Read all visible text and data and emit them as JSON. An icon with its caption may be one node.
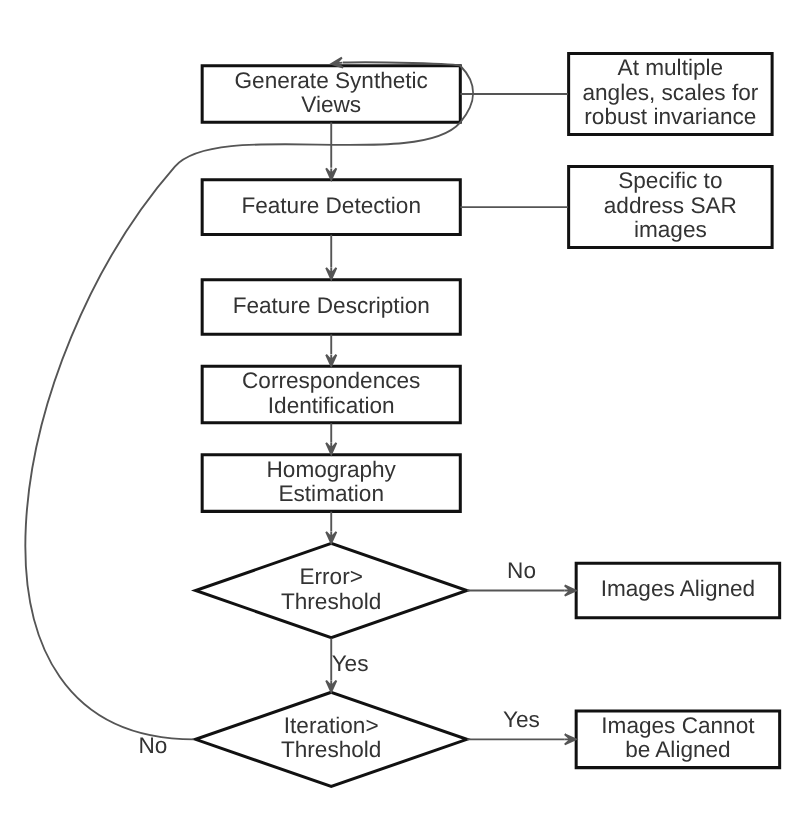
{
  "diagram": {
    "nodes": [
      {
        "text": [
          "Generate Synthetic Views"
        ]
      },
      {
        "text": [
          "At multiple angles, scales for robust invariance"
        ]
      },
      {
        "text": [
          "Feature Detection"
        ]
      },
      {
        "text": [
          "Specific to address SAR images"
        ]
      },
      {
        "text": [
          "Feature Description"
        ]
      },
      {
        "text": [
          "Correspondences Identification"
        ]
      },
      {
        "text": [
          "Homography Estimation"
        ]
      },
      {
        "text": [
          "Error> Threshold"
        ]
      },
      {
        "text": [
          "Images Aligned"
        ]
      },
      {
        "text": [
          "Iteration> Threshold"
        ]
      },
      {
        "text": [
          "Images Cannot be Aligned"
        ]
      }
    ],
    "edges": [
      {
        "from": 9,
        "to": 0,
        "label": "No",
        "arrow": "to"
      },
      {
        "from": 0,
        "to": 2,
        "arrow": "to"
      },
      {
        "from": 1,
        "to": 0,
        "arrow": "none"
      },
      {
        "from": 2,
        "to": 4,
        "arrow": "to"
      },
      {
        "from": 3,
        "to": 2,
        "arrow": "none"
      },
      {
        "from": 4,
        "to": 5,
        "arrow": "to"
      },
      {
        "from": 5,
        "to": 6,
        "arrow": "to"
      },
      {
        "from": 6,
        "to": 7,
        "arrow": "to"
      },
      {
        "from": 7,
        "to": 8,
        "label": "No",
        "arrow": "to"
      },
      {
        "from": 7,
        "to": 9,
        "label": "Yes",
        "arrow": "to"
      },
      {
        "from": 9,
        "to": 10,
        "label": "Yes",
        "arrow": "to"
      }
    ]
  }
}
